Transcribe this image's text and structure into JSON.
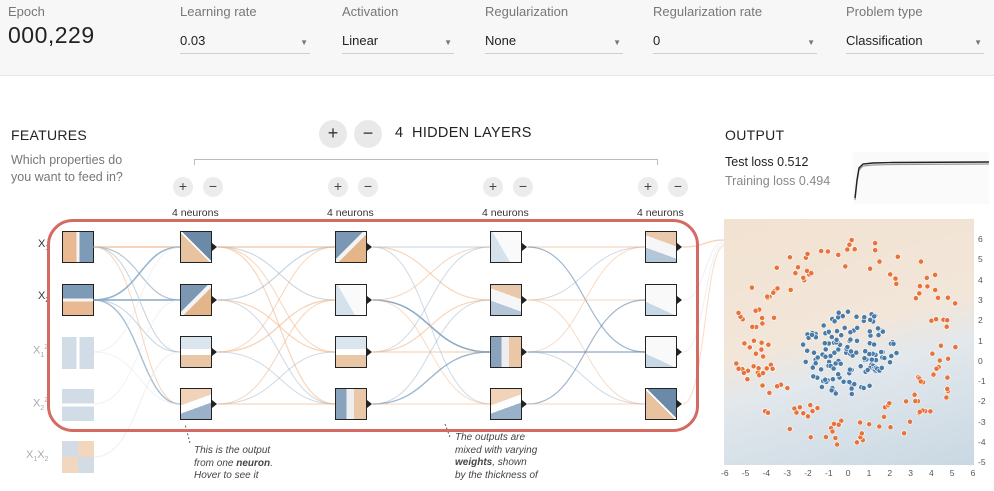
{
  "controls": {
    "epoch": {
      "label": "Epoch",
      "value": "000,229"
    },
    "learning_rate": {
      "label": "Learning rate",
      "value": "0.03"
    },
    "activation": {
      "label": "Activation",
      "value": "Linear"
    },
    "regularization": {
      "label": "Regularization",
      "value": "None"
    },
    "regularization_rate": {
      "label": "Regularization rate",
      "value": "0"
    },
    "problem_type": {
      "label": "Problem type",
      "value": "Classification"
    }
  },
  "features": {
    "title": "FEATURES",
    "subtitle_line1": "Which properties do",
    "subtitle_line2": "you want to feed in?",
    "items": [
      {
        "label": "X",
        "sub": "1",
        "active": true
      },
      {
        "label": "X",
        "sub": "2",
        "active": true
      },
      {
        "label": "X",
        "sub": "1",
        "sup": "2",
        "active": false
      },
      {
        "label": "X",
        "sub": "2",
        "sup": "2",
        "active": false
      },
      {
        "label": "X",
        "sub": "1",
        "label2": "X",
        "sub2": "2",
        "active": false
      }
    ]
  },
  "network": {
    "layer_count": "4",
    "layers_title": "HIDDEN LAYERS",
    "plus": "+",
    "minus": "−",
    "layers": [
      {
        "neurons_label": "4 neurons"
      },
      {
        "neurons_label": "4 neurons"
      },
      {
        "neurons_label": "4 neurons"
      },
      {
        "neurons_label": "4 neurons"
      }
    ],
    "note1": {
      "line1": "This is the output",
      "line2_pre": "from one ",
      "line2_bold": "neuron",
      "line2_post": ".",
      "line3": "Hover to see it"
    },
    "note2": {
      "line1": "The outputs are",
      "line2": "mixed with varying",
      "line3_bold": "weights",
      "line3_post": ", shown",
      "line4": "by the thickness of"
    }
  },
  "output": {
    "title": "OUTPUT",
    "test_loss_label": "Test loss",
    "test_loss_value": "0.512",
    "training_loss_label": "Training loss",
    "training_loss_value": "0.494",
    "x_ticks": [
      "-6",
      "-5",
      "-4",
      "-3",
      "-2",
      "-1",
      "0",
      "1",
      "2",
      "3",
      "4",
      "5",
      "6"
    ],
    "y_ticks": [
      "6",
      "5",
      "4",
      "3",
      "2",
      "1",
      "0",
      "-1",
      "-2",
      "-3",
      "-4",
      "-5"
    ]
  },
  "colors": {
    "orange": "#e8733a",
    "blue": "#4a7ba7",
    "accent": "#d46a62"
  }
}
